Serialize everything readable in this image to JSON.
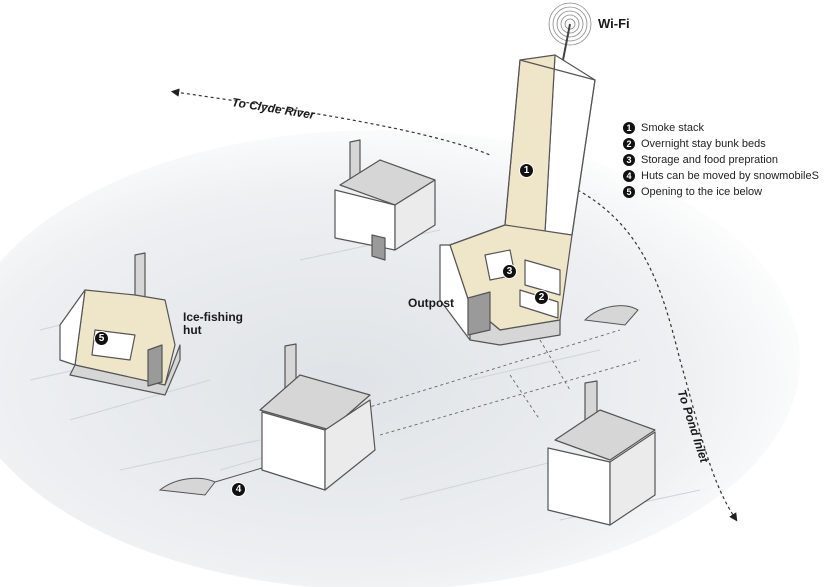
{
  "labels": {
    "wifi": "Wi-Fi",
    "clyde": "To Clyde River",
    "pond": "To Pond Inlet",
    "outpost": "Outpost",
    "icefishing": "Ice-fishing\nhut"
  },
  "legend": [
    {
      "num": "1",
      "text": "Smoke stack"
    },
    {
      "num": "2",
      "text": "Overnight stay bunk beds"
    },
    {
      "num": "3",
      "text": "Storage and food prepration"
    },
    {
      "num": "4",
      "text": "Huts can be moved by snowmobileS"
    },
    {
      "num": "5",
      "text": "Opening to the ice below"
    }
  ],
  "markers": [
    "1",
    "2",
    "3",
    "4",
    "5"
  ],
  "colors": {
    "interior": "#efe6c9",
    "wall": "#ffffff",
    "shade": "#d6d6d6",
    "outline": "#555555",
    "ice": "#e9ecef"
  }
}
